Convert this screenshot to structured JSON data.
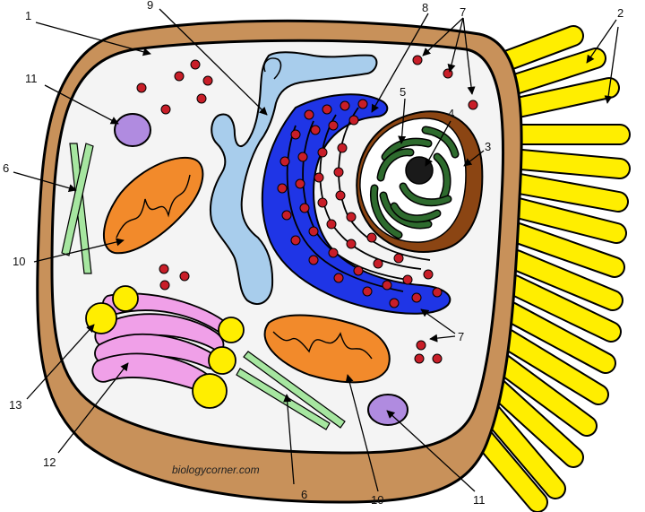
{
  "diagram": {
    "labels": [
      "1",
      "2",
      "3",
      "4",
      "5",
      "6",
      "7",
      "8",
      "9",
      "10",
      "11",
      "12",
      "13"
    ],
    "credit": "biologycorner.com",
    "colors": {
      "outer_wall": "#c8915a",
      "cytoplasm": "#f4f4f4",
      "cilia": "#ffee00",
      "nucleus_envelope": "#8b4513",
      "chromatin": "#2e6b2e",
      "nucleolus": "#1a1a1a",
      "rough_er": "#1f35e6",
      "ribosome": "#c81e28",
      "smooth_er": "#a8cdec",
      "mitochondrion": "#f28a2b",
      "lysosome": "#b08be0",
      "golgi": "#f0a0e8",
      "vesicle": "#ffee00",
      "microtubule": "#a6e6a0"
    }
  }
}
